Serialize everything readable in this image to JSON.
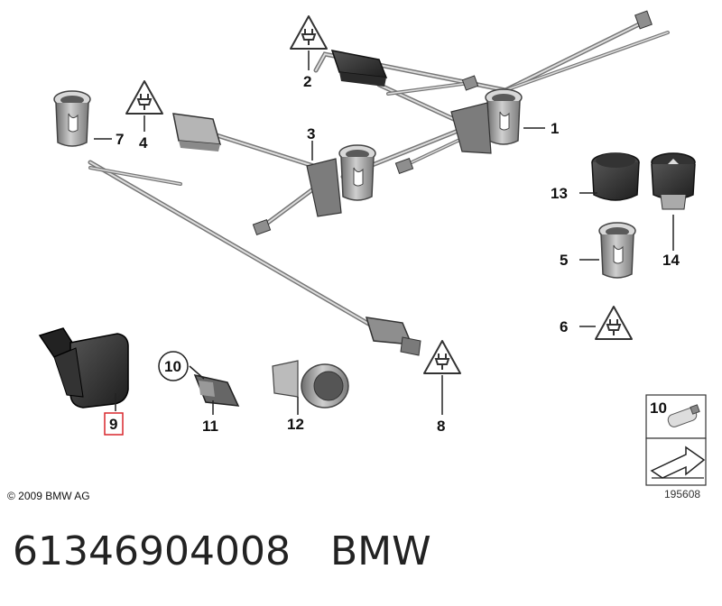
{
  "diagram": {
    "callouts": [
      {
        "id": "1",
        "text": "1"
      },
      {
        "id": "2",
        "text": "2"
      },
      {
        "id": "3",
        "text": "3"
      },
      {
        "id": "4",
        "text": "4"
      },
      {
        "id": "5",
        "text": "5"
      },
      {
        "id": "6",
        "text": "6"
      },
      {
        "id": "7",
        "text": "7"
      },
      {
        "id": "8",
        "text": "8"
      },
      {
        "id": "9",
        "text": "9"
      },
      {
        "id": "10a",
        "text": "10"
      },
      {
        "id": "11",
        "text": "11"
      },
      {
        "id": "12",
        "text": "12"
      },
      {
        "id": "13",
        "text": "13"
      },
      {
        "id": "14",
        "text": "14"
      },
      {
        "id": "10b",
        "text": "10"
      }
    ],
    "highlighted_callout": "9",
    "copyright": "© 2009 BMW AG",
    "image_number": "195608"
  },
  "footer": {
    "part_number": "61346904008",
    "brand": "BMW"
  },
  "colors": {
    "highlight": "#d9262c",
    "line": "#222222",
    "part_fill": "#9a9a9a",
    "part_dark": "#3a3a3a"
  }
}
